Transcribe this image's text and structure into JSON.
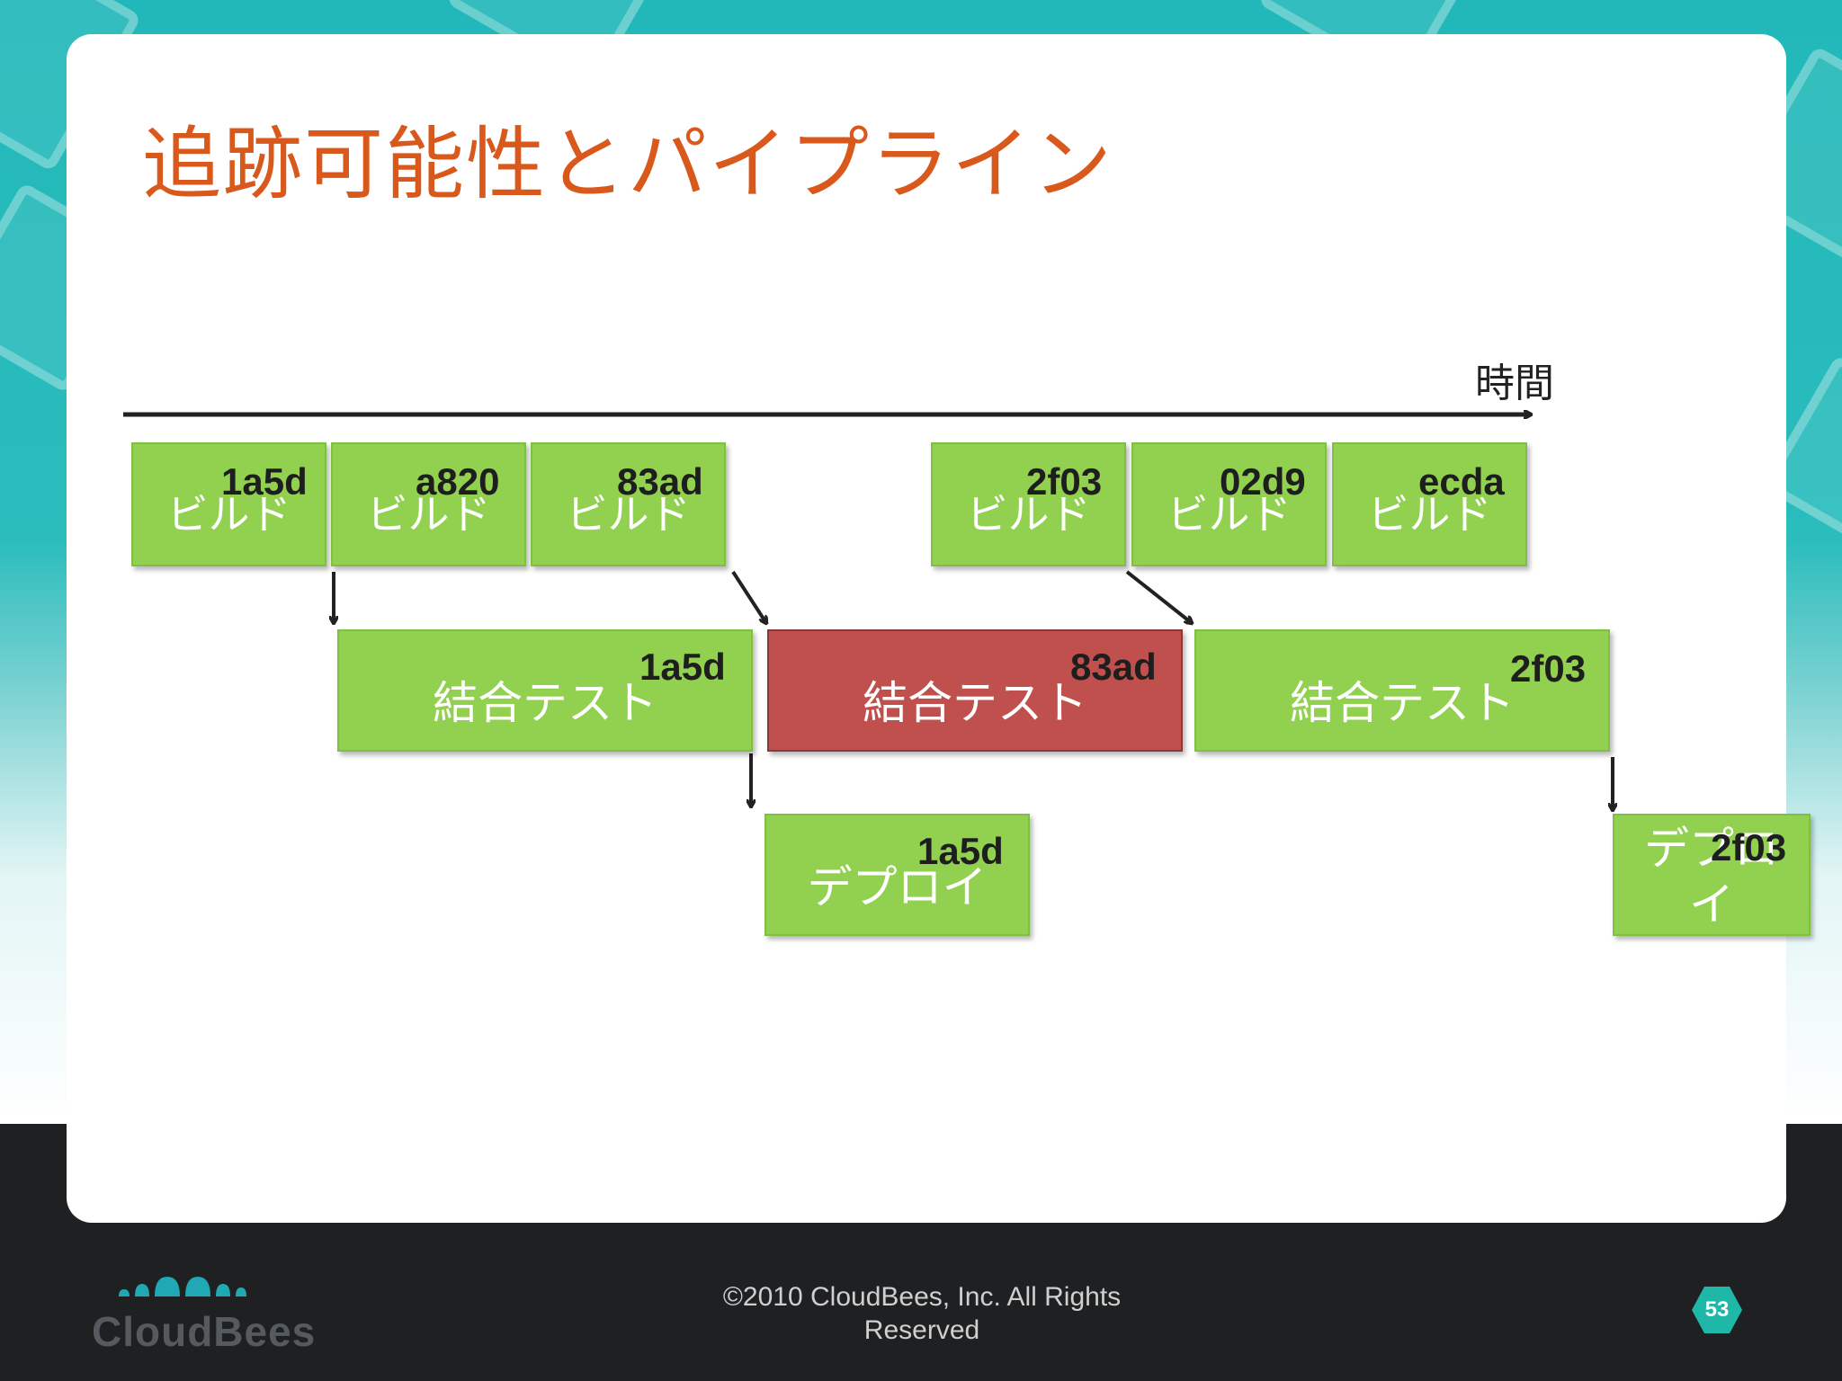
{
  "slide": {
    "title": "追跡可能性とパイプライン",
    "time_label": "時間",
    "page_number": "53",
    "copyright": "©2010 CloudBees, Inc. All Rights Reserved",
    "logo_text": "CloudBees"
  },
  "colors": {
    "title": "#d9581c",
    "success_box": "#92d050",
    "failed_box": "#c0504d",
    "teal": "#22b8b9"
  },
  "builds": [
    {
      "label": "ビルド",
      "hash": "1a5d",
      "status": "success"
    },
    {
      "label": "ビルド",
      "hash": "a820",
      "status": "success"
    },
    {
      "label": "ビルド",
      "hash": "83ad",
      "status": "success"
    },
    {
      "label": "ビルド",
      "hash": "2f03",
      "status": "success"
    },
    {
      "label": "ビルド",
      "hash": "02d9",
      "status": "success"
    },
    {
      "label": "ビルド",
      "hash": "ecda",
      "status": "success"
    }
  ],
  "tests": [
    {
      "label": "結合テスト",
      "hash": "1a5d",
      "status": "success"
    },
    {
      "label": "結合テスト",
      "hash": "83ad",
      "status": "failed"
    },
    {
      "label": "結合テスト",
      "hash": "2f03",
      "status": "success"
    }
  ],
  "deploys": [
    {
      "label": "デプロイ",
      "hash": "1a5d",
      "status": "success"
    },
    {
      "label": "デプロイ",
      "hash": "2f03",
      "status": "success"
    }
  ]
}
